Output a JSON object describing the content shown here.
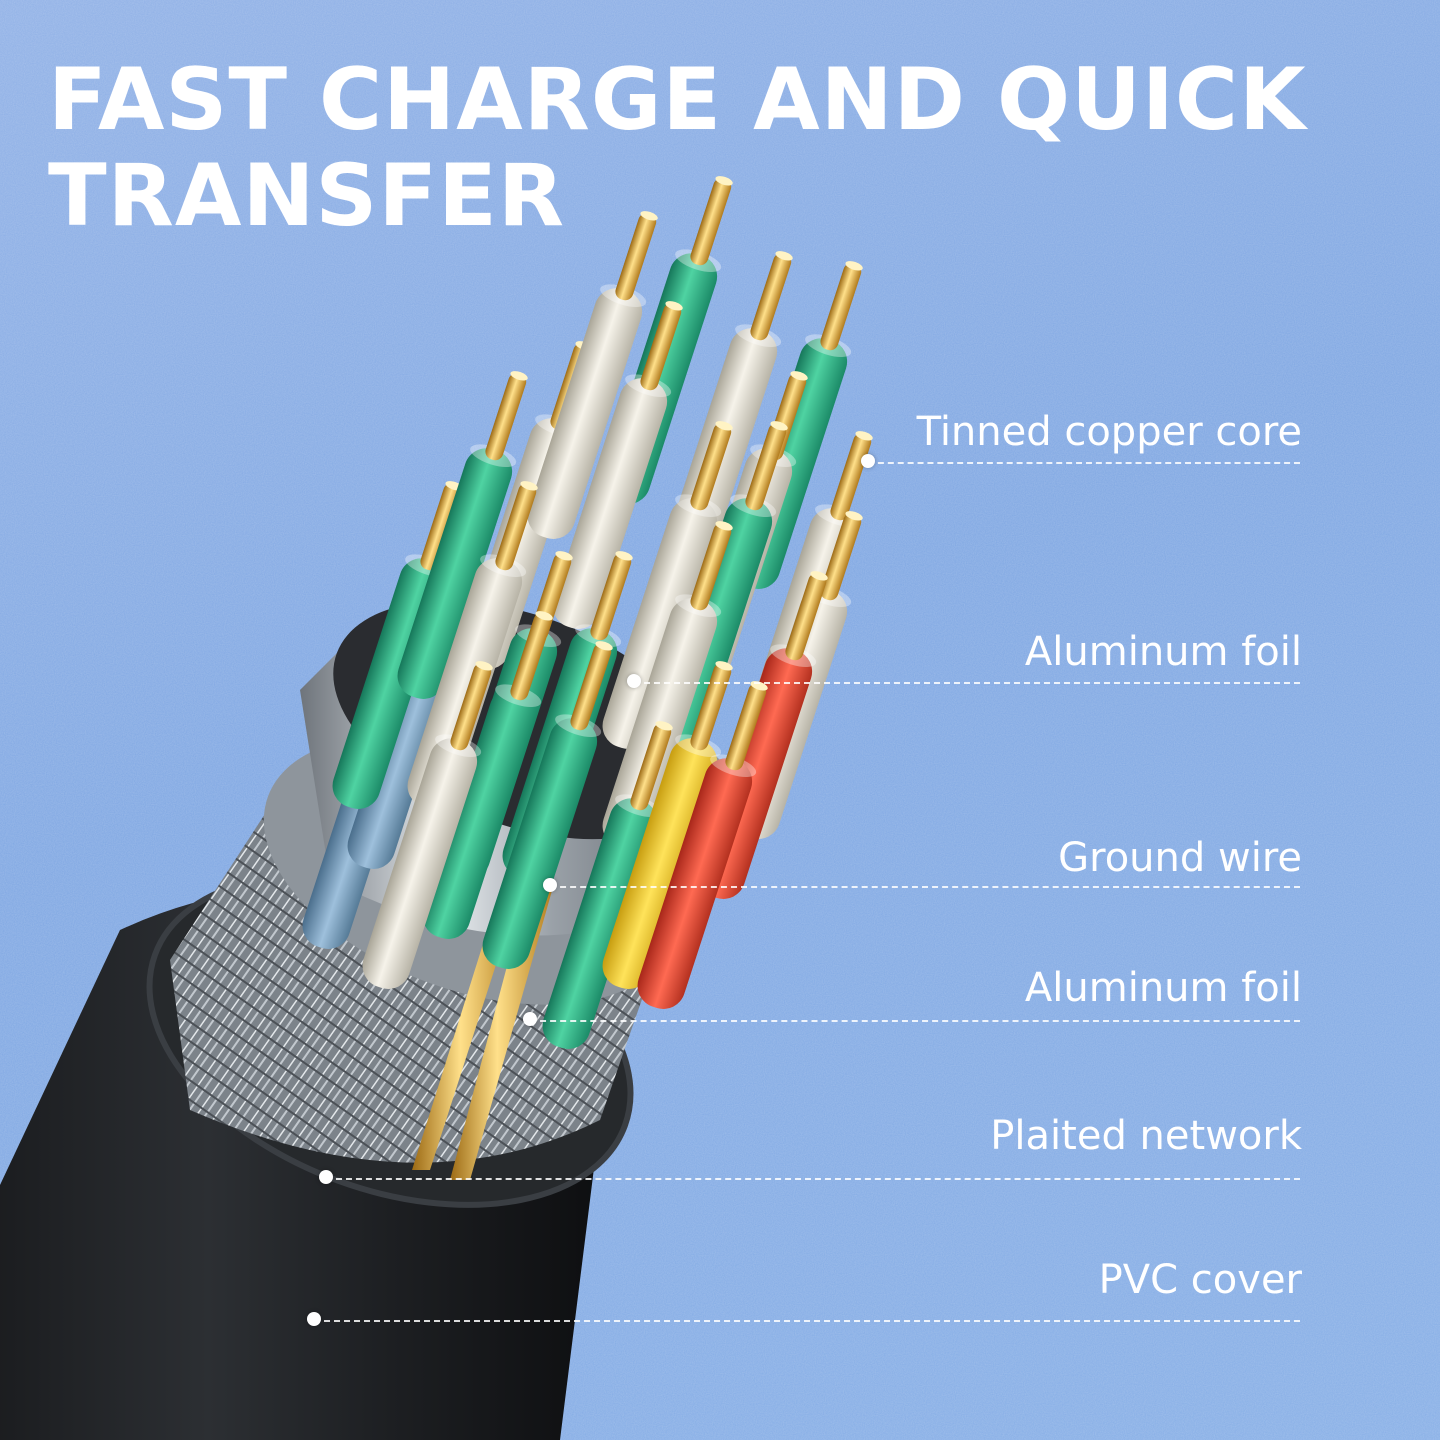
{
  "headline": "FAST CHARGE AND QUICK\nTRANSFER",
  "colors": {
    "background": "#86aee6",
    "headline_text": "#ffffff",
    "jacket": "#1f2124",
    "braid": "#b8bec4",
    "foil": "#c9ced4",
    "core_copper": "#d9a93a",
    "insulation_green": "#2fae84",
    "insulation_white": "#e6e2d6",
    "insulation_red": "#e5533f",
    "insulation_yellow": "#f2d23a"
  },
  "callouts": [
    {
      "label": "Tinned copper core"
    },
    {
      "label": "Aluminum foil"
    },
    {
      "label": "Ground wire"
    },
    {
      "label": "Aluminum foil"
    },
    {
      "label": "Plaited network"
    },
    {
      "label": "PVC cover"
    }
  ]
}
